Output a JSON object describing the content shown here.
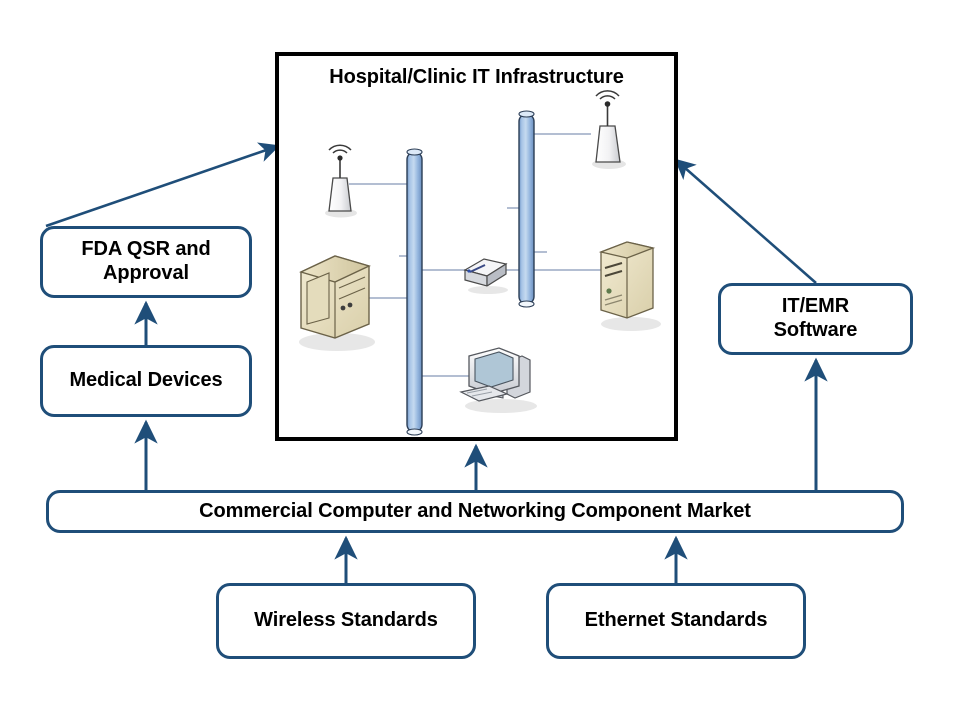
{
  "diagram": {
    "title_visible": false,
    "colors": {
      "box_border": "#1F4E79",
      "arrow": "#1F4E79",
      "container_border": "#000000",
      "backbone_blue": "#8FB4DE",
      "link_line": "#9AA8C4",
      "background": "#FFFFFF",
      "text": "#000000"
    }
  },
  "infrastructure": {
    "title": "Hospital/Clinic IT Infrastructure",
    "nodes": [
      {
        "id": "backbone-left",
        "name": "network-backbone-bar",
        "label": ""
      },
      {
        "id": "backbone-right",
        "name": "network-backbone-bar",
        "label": ""
      },
      {
        "id": "wap-left",
        "name": "wireless-access-point-icon",
        "label": ""
      },
      {
        "id": "wap-right",
        "name": "wireless-access-point-icon",
        "label": ""
      },
      {
        "id": "switch",
        "name": "network-switch-icon",
        "label": ""
      },
      {
        "id": "server-right",
        "name": "server-icon",
        "label": ""
      },
      {
        "id": "server-left",
        "name": "tower-computer-icon",
        "label": ""
      },
      {
        "id": "workstation",
        "name": "desktop-workstation-icon",
        "label": ""
      }
    ]
  },
  "boxes": {
    "fda": {
      "label": "FDA QSR and Approval",
      "line1": "FDA QSR and",
      "line2": "Approval"
    },
    "medical_devices": {
      "label": "Medical Devices"
    },
    "it_emr": {
      "label": "IT/EMR Software",
      "line1": "IT/EMR",
      "line2": "Software"
    },
    "market": {
      "label": "Commercial Computer and Networking Component Market"
    },
    "wireless_standards": {
      "label": "Wireless Standards"
    },
    "ethernet_standards": {
      "label": "Ethernet Standards"
    }
  },
  "arrows": [
    {
      "id": "fda-to-infra",
      "from": "FDA QSR and Approval",
      "to": "Hospital/Clinic IT Infrastructure",
      "style": "diagonal"
    },
    {
      "id": "devices-to-fda",
      "from": "Medical Devices",
      "to": "FDA QSR and Approval",
      "style": "vertical"
    },
    {
      "id": "market-to-devices",
      "from": "Commercial Computer and Networking Component Market",
      "to": "Medical Devices",
      "style": "vertical"
    },
    {
      "id": "market-to-infra",
      "from": "Commercial Computer and Networking Component Market",
      "to": "Hospital/Clinic IT Infrastructure",
      "style": "vertical"
    },
    {
      "id": "market-to-itemr",
      "from": "Commercial Computer and Networking Component Market",
      "to": "IT/EMR Software",
      "style": "vertical"
    },
    {
      "id": "itemr-to-infra",
      "from": "IT/EMR Software",
      "to": "Hospital/Clinic IT Infrastructure",
      "style": "diagonal"
    },
    {
      "id": "wireless-to-market",
      "from": "Wireless Standards",
      "to": "Commercial Computer and Networking Component Market",
      "style": "vertical"
    },
    {
      "id": "ethernet-to-market",
      "from": "Ethernet Standards",
      "to": "Commercial Computer and Networking Component Market",
      "style": "vertical"
    }
  ]
}
